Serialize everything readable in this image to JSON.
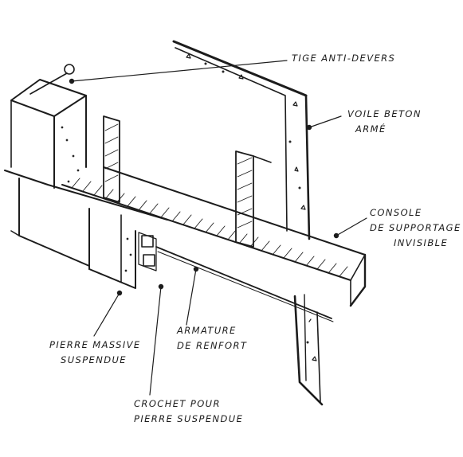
{
  "labels": {
    "tige": {
      "lines": [
        "TIGE ANTI-DEVERS"
      ]
    },
    "voile": {
      "lines": [
        "VOILE BETON",
        "ARMÉ"
      ]
    },
    "console": {
      "lines": [
        "CONSOLE",
        "DE SUPPORTAGE",
        "INVISIBLE"
      ]
    },
    "armature": {
      "lines": [
        "ARMATURE",
        "DE RENFORT"
      ]
    },
    "pierre": {
      "lines": [
        "PIERRE MASSIVE",
        "SUSPENDUE"
      ]
    },
    "crochet": {
      "lines": [
        "CROCHET POUR",
        "PIERRE SUSPENDUE"
      ]
    }
  },
  "colors": {
    "ink": "#1c1c1c",
    "paper": "#ffffff"
  }
}
